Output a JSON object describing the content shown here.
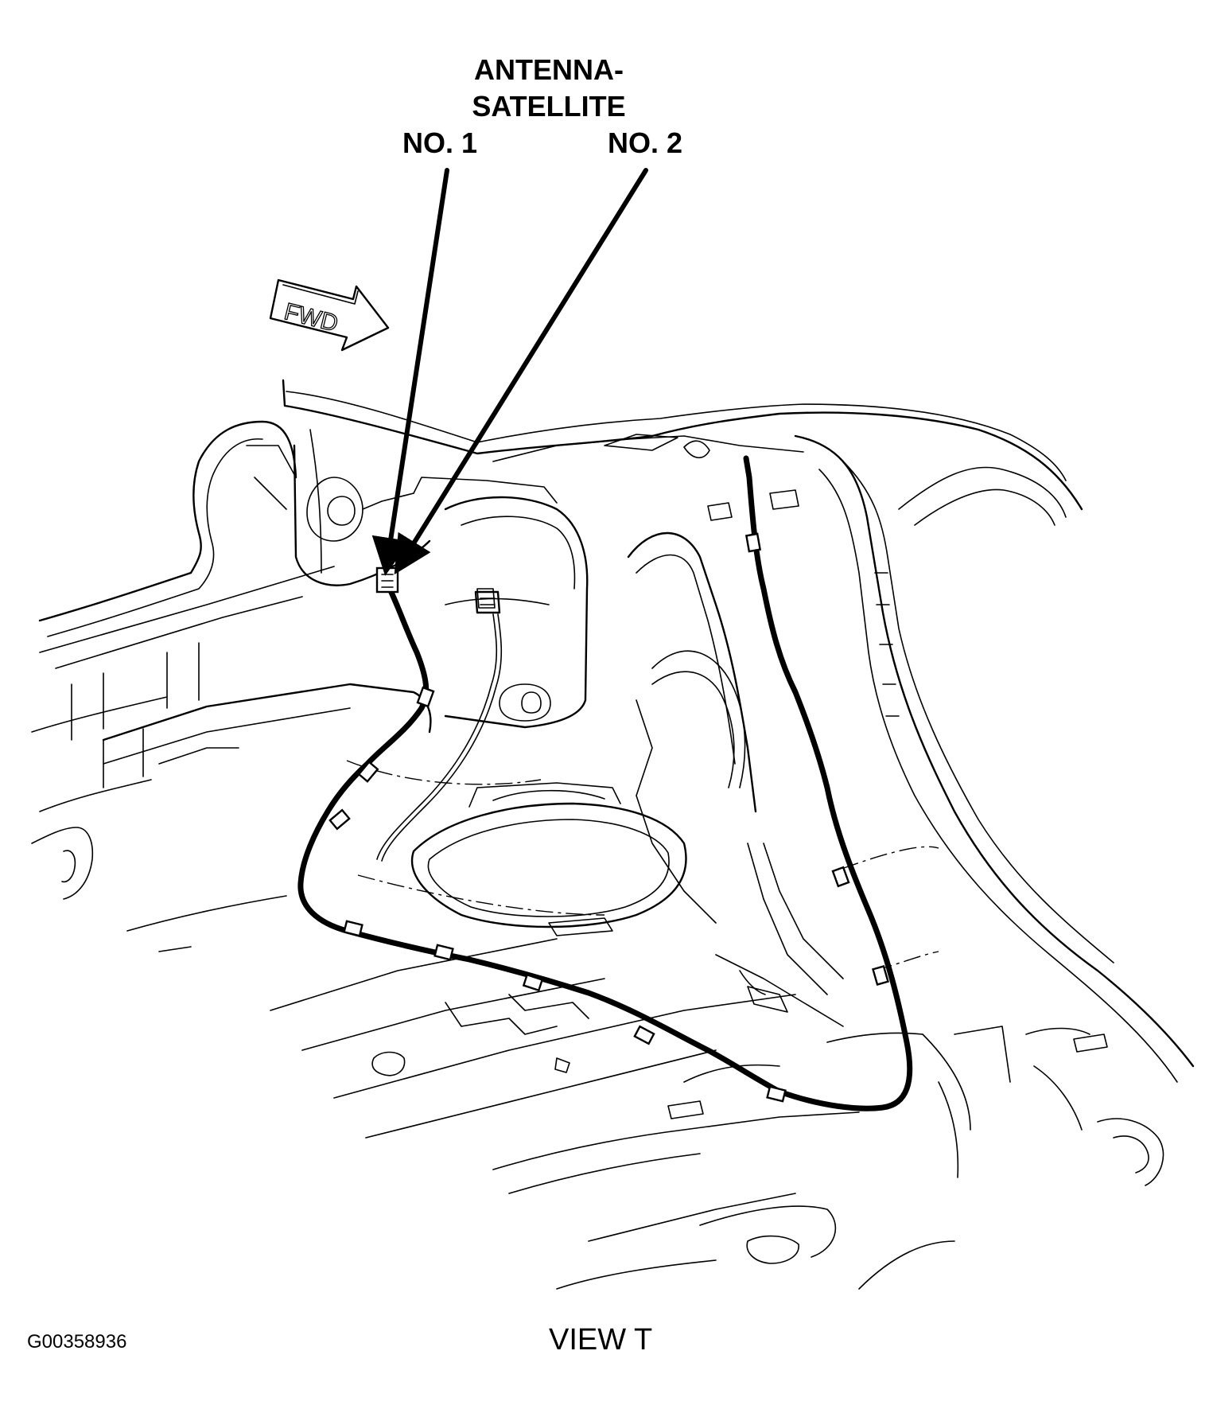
{
  "callouts": {
    "title_line1": "ANTENNA-",
    "title_line2": "SATELLITE",
    "no1": "NO. 1",
    "no2": "NO. 2"
  },
  "arrow_label": "FWD",
  "figure_id": "G00358936",
  "view_caption": "VIEW T"
}
